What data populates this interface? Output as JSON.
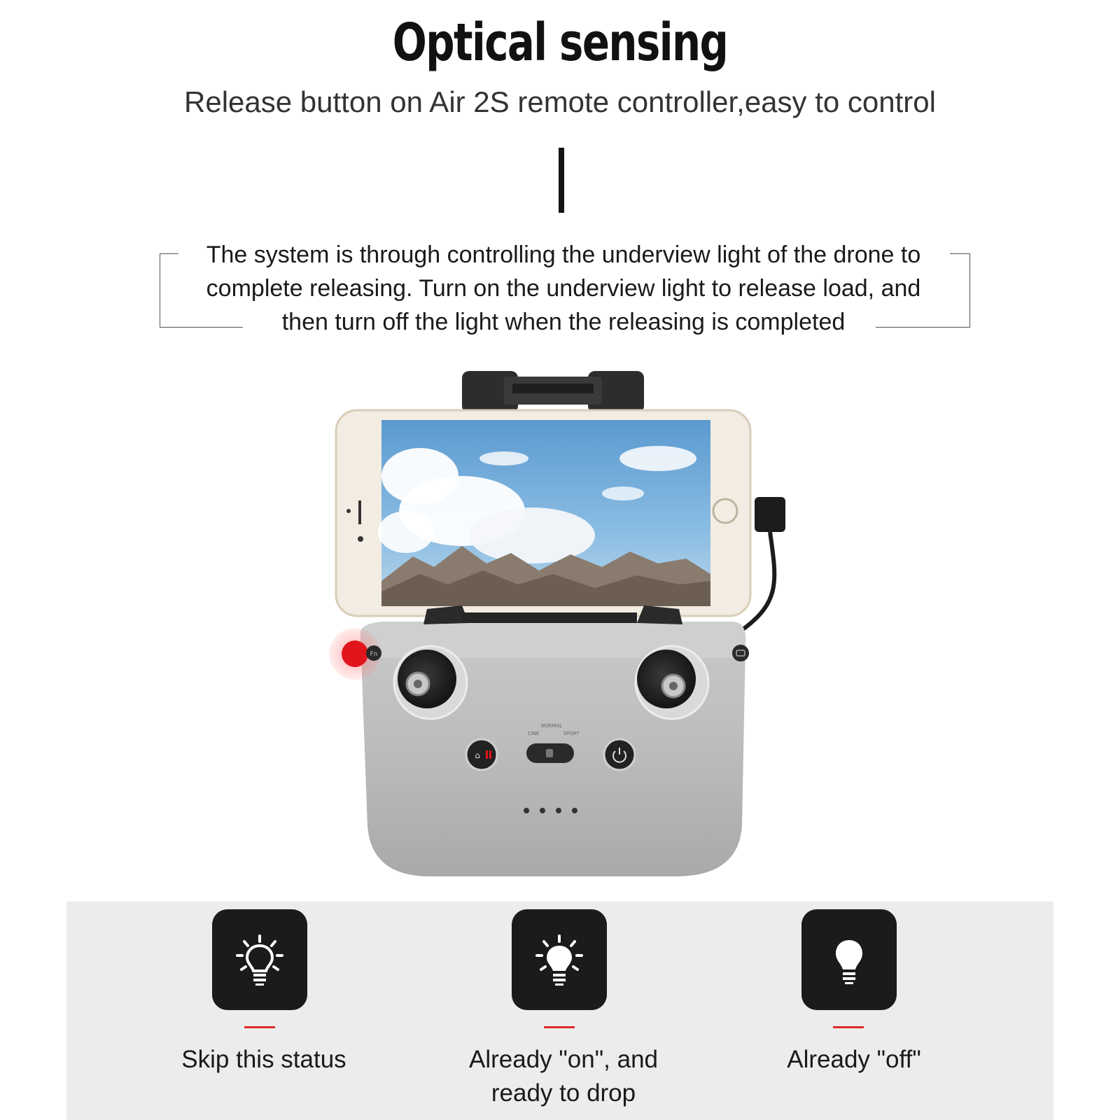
{
  "header": {
    "title": "Optical sensing",
    "subtitle": "Release button on Air 2S remote controller,easy to control"
  },
  "description": {
    "line1": "The system is through controlling the underview light of the drone to",
    "line2": "complete releasing. Turn on the underview light to release load, and",
    "line3": "then turn off the light when the releasing is completed"
  },
  "controller": {
    "mode_normal": "NORMAL",
    "mode_cine": "CINE",
    "mode_sport": "SPORT",
    "fn_label": "Fn",
    "highlight_color": "#e0161c"
  },
  "statuses": [
    {
      "icon": "lightbulb-on-icon",
      "label_line1": "Skip this status",
      "label_line2": ""
    },
    {
      "icon": "lightbulb-bright-icon",
      "label_line1": "Already \"on\", and",
      "label_line2": "ready to drop"
    },
    {
      "icon": "lightbulb-off-icon",
      "label_line1": "Already \"off\"",
      "label_line2": ""
    }
  ],
  "colors": {
    "accent": "#e02a2a",
    "card": "#1b1b1b",
    "panel": "#ececec"
  }
}
